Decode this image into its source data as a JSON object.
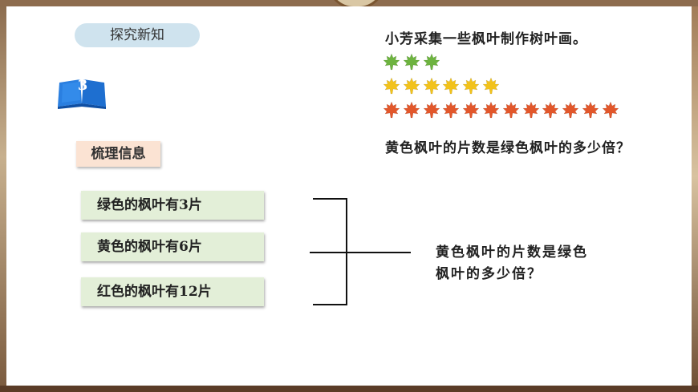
{
  "section_pill": "探究新知",
  "step_number": "3",
  "info_heading": "梳理信息",
  "facts": [
    "绿色的枫叶有3片",
    "黄色的枫叶有6片",
    "红色的枫叶有12片"
  ],
  "summary_question": {
    "line1": "黄色枫叶的片数是绿色",
    "line2": "枫叶的多少倍？"
  },
  "problem_intro": "小芳采集一些枫叶制作树叶画。",
  "problem_question": "黄色枫叶的片数是绿色枫叶的多少倍？",
  "leaf_counts": {
    "green": 3,
    "yellow": 6,
    "red": 12
  },
  "colors": {
    "pill_bg": "#cfe3ee",
    "info_tag_bg": "#fbe3d3",
    "fact_bg": "#e3efd8",
    "green_leaf": "#6db33f",
    "yellow_leaf": "#f2c21b",
    "red_leaf": "#e2572b",
    "book_blue": "#1e6fd0"
  }
}
